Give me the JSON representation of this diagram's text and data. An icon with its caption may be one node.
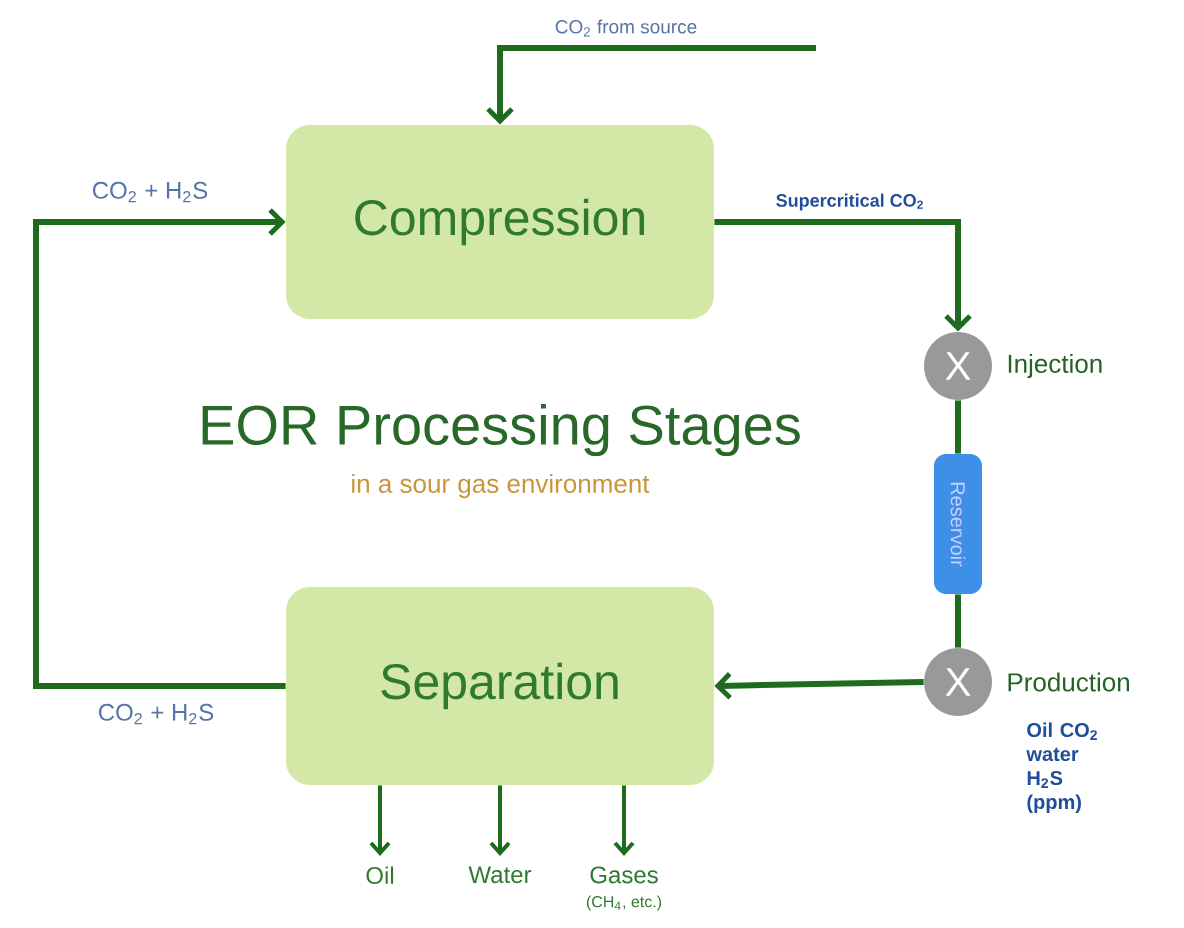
{
  "diagram": {
    "title": "EOR Processing Stages",
    "nodes": [
      {
        "text": [
          "Compression"
        ]
      },
      {
        "text": [
          "Separation"
        ]
      },
      {
        "text": [
          "X"
        ],
        "beside": [
          "Injection"
        ]
      },
      {
        "text": [
          "Reservoir"
        ]
      },
      {
        "text": [
          "X"
        ],
        "beside": [
          "Production",
          "Oil CO$_{2}$ water H$_{2}$S (ppm)"
        ]
      },
      {
        "text": [
          "Oil"
        ]
      },
      {
        "text": [
          "Water"
        ]
      },
      {
        "text": [
          "Gases",
          "(CH$_{4}$, etc.)"
        ]
      }
    ],
    "edges": [
      {
        "from": null,
        "to": 0,
        "arrow": "to",
        "label": "CO$_{2}$ from source"
      },
      {
        "from": 0,
        "to": 2,
        "arrow": "to",
        "label": "Supercritical CO$_{2}$"
      },
      {
        "from": 2,
        "to": 3,
        "arrow": "none"
      },
      {
        "from": 3,
        "to": 4,
        "arrow": "none"
      },
      {
        "from": 4,
        "to": 1,
        "arrow": "to"
      },
      {
        "from": 1,
        "to": 0,
        "arrow": "to",
        "label": "CO$_{2}$ + H$_{2}$S"
      },
      {
        "from": 1,
        "to": 5,
        "arrow": "to"
      },
      {
        "from": 1,
        "to": 6,
        "arrow": "to"
      },
      {
        "from": 1,
        "to": 7,
        "arrow": "to"
      }
    ],
    "labels": [
      "in a sour gas environment",
      "CO$_{2}$ + H$_{2}$S"
    ]
  }
}
